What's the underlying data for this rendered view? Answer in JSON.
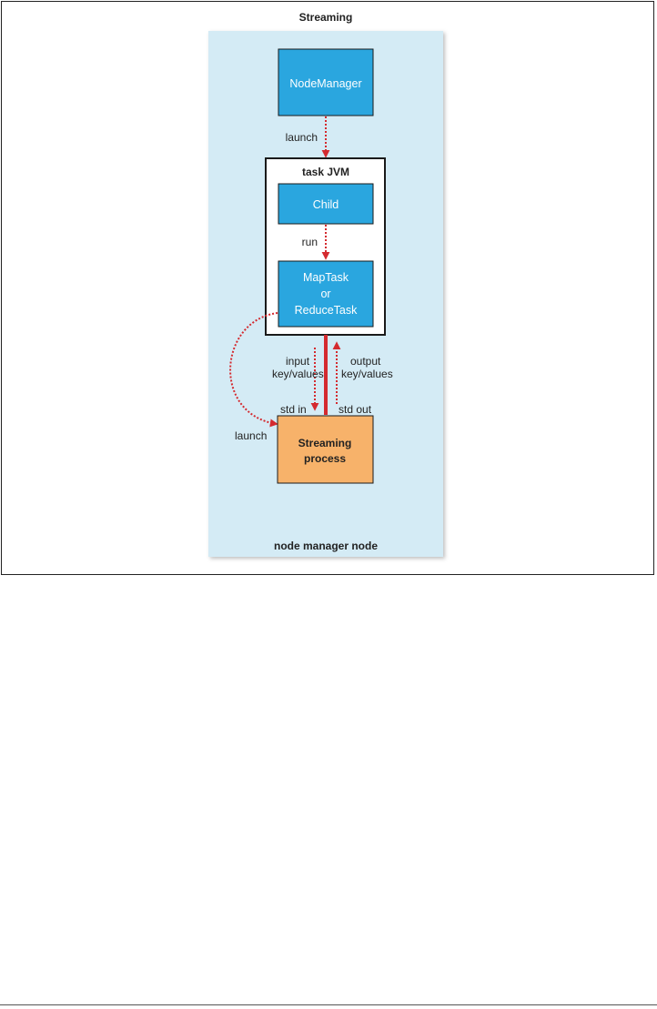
{
  "title": "Streaming",
  "container_label": "node manager node",
  "nodes": {
    "node_manager": "NodeManager",
    "task_jvm_title": "task JVM",
    "child": "Child",
    "maptask": [
      "MapTask",
      "or",
      "ReduceTask"
    ],
    "streaming_process": [
      "Streaming",
      "process"
    ]
  },
  "edges": {
    "launch_top": "launch",
    "run": "run",
    "input": [
      "input",
      "key/values"
    ],
    "output": [
      "output",
      "key/values"
    ],
    "std_in": "std in",
    "std_out": "std out",
    "launch_left": "launch"
  },
  "colors": {
    "container_bg": "#d4ebf5",
    "component_blue": "#2aa6df",
    "process_orange": "#f7b26a",
    "arrow_red": "#d42a2f"
  }
}
